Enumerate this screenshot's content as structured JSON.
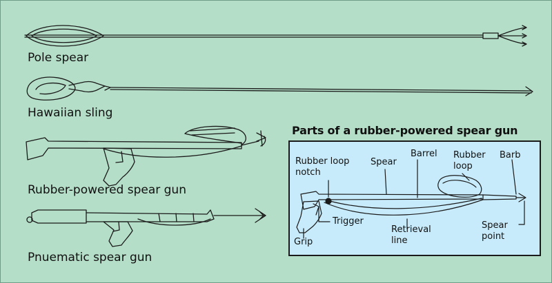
{
  "colors": {
    "background": "#b4dec7",
    "panel": "#c7ebfb",
    "ink": "#111111"
  },
  "weapons": [
    {
      "name": "Pole spear"
    },
    {
      "name": "Hawaiian sling"
    },
    {
      "name": "Rubber-powered spear gun"
    },
    {
      "name": "Pnuematic spear gun"
    }
  ],
  "parts_panel": {
    "title": "Parts of a rubber-powered spear gun",
    "labels": {
      "rubber_loop_notch": [
        "Rubber loop",
        "notch"
      ],
      "spear": "Spear",
      "barrel": "Barrel",
      "rubber_loop": [
        "Rubber",
        "loop"
      ],
      "barb": "Barb",
      "trigger": "Trigger",
      "retrieval_line": [
        "Retrieval",
        "line"
      ],
      "spear_point": [
        "Spear",
        "point"
      ],
      "grip": "Grip"
    }
  }
}
